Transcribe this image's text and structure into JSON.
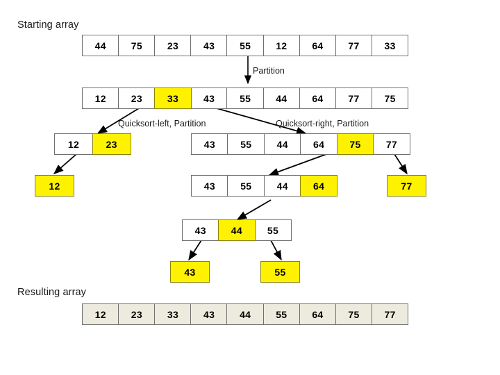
{
  "figure": {
    "title_top": "Starting array",
    "title_bottom": "Resulting array",
    "pivot_color": "#FFF200",
    "result_fill_color": "#EDEBDE",
    "cell_border_color": "#6F6F6F",
    "arrow_color": "#000000"
  },
  "labels": {
    "partition": "Partition",
    "quicksort_left": "Quicksort-left, Partition",
    "quicksort_right": "Quicksort-right, Partition"
  },
  "arrays": {
    "starting": {
      "name": "starting-array",
      "values": [
        "44",
        "75",
        "23",
        "43",
        "55",
        "12",
        "64",
        "77",
        "33"
      ],
      "pivot_index": -1
    },
    "after_partition": {
      "name": "after-partition-array",
      "values": [
        "12",
        "23",
        "33",
        "43",
        "55",
        "44",
        "64",
        "77",
        "75"
      ],
      "pivot_index": 2
    },
    "left_sub": {
      "name": "left-subarray",
      "values": [
        "12",
        "23"
      ],
      "pivot_index": 1
    },
    "right_sub": {
      "name": "right-subarray",
      "values": [
        "43",
        "55",
        "44",
        "64",
        "75",
        "77"
      ],
      "pivot_index": 4
    },
    "right_left_sub": {
      "name": "right-left-subarray",
      "values": [
        "43",
        "55",
        "44",
        "64"
      ],
      "pivot_index": 3
    },
    "inner_sub": {
      "name": "inner-subarray",
      "values": [
        "43",
        "44",
        "55"
      ],
      "pivot_index": 1
    },
    "result": {
      "name": "resulting-array",
      "values": [
        "12",
        "23",
        "33",
        "43",
        "44",
        "55",
        "64",
        "75",
        "77"
      ],
      "pivot_index": -1
    }
  },
  "leaves": {
    "leaf_12": "12",
    "leaf_77": "77",
    "leaf_43": "43",
    "leaf_55": "55"
  }
}
